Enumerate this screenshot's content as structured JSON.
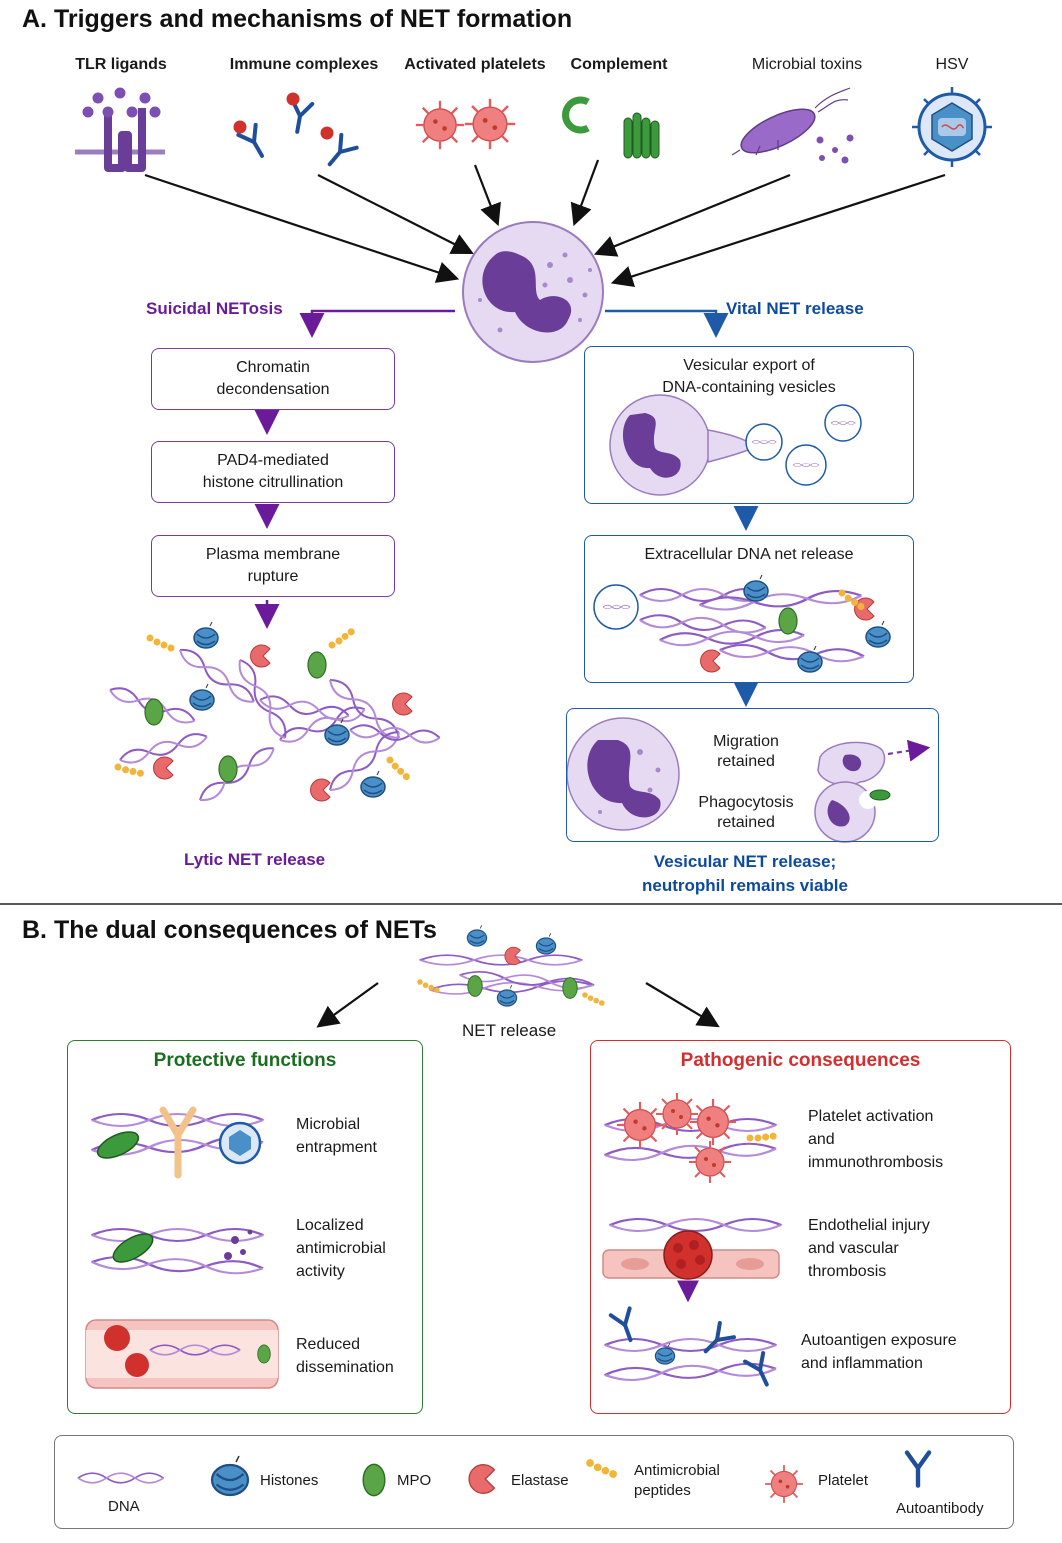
{
  "section_a": {
    "title": "A. Triggers and mechanisms of NET formation",
    "triggers": [
      {
        "label": "TLR ligands",
        "icon": "tlr-ligand-icon"
      },
      {
        "label": "Immune complexes",
        "icon": "immune-complex-icon"
      },
      {
        "label": "Activated platelets",
        "icon": "activated-platelet-icon"
      },
      {
        "label": "Complement",
        "icon": "complement-icon"
      },
      {
        "label": "Microbial toxins",
        "icon": "bacterium-icon"
      },
      {
        "label": "HSV",
        "icon": "virus-icon"
      }
    ],
    "suicidal": {
      "title": "Suicidal NETosis",
      "steps": [
        "Chromatin\ndecondensation",
        "PAD4-mediated\nhistone citrullination",
        "Plasma membrane\nrupture"
      ],
      "outcome": "Lytic NET release"
    },
    "vital": {
      "title": "Vital NET release",
      "step1": "Vesicular export of\nDNA-containing vesicles",
      "step2": "Extracellular DNA net release",
      "migration": "Migration\nretained",
      "phagocytosis": "Phagocytosis\nretained",
      "outcome": "Vesicular NET release;\nneutrophil remains viable"
    }
  },
  "section_b": {
    "title": "B. The dual consequences of NETs",
    "center_label": "NET release",
    "protective": {
      "title": "Protective functions",
      "items": [
        "Microbial\nentrapment",
        "Localized\nantimicrobial\nactivity",
        "Reduced\ndissemination"
      ]
    },
    "pathogenic": {
      "title": "Pathogenic consequences",
      "items": [
        "Platelet activation\nand\nimmunothrombosis",
        "Endothelial injury\nand vascular\nthrombosis",
        "Autoantigen exposure\nand inflammation"
      ]
    }
  },
  "legend": [
    {
      "label": "DNA",
      "icon": "dna-icon"
    },
    {
      "label": "Histones",
      "icon": "histone-icon"
    },
    {
      "label": "MPO",
      "icon": "mpo-icon"
    },
    {
      "label": "Elastase",
      "icon": "elastase-icon"
    },
    {
      "label": "Antimicrobial\npeptides",
      "icon": "peptide-icon"
    },
    {
      "label": "Platelet",
      "icon": "platelet-icon"
    },
    {
      "label": "Autoantibody",
      "icon": "autoantibody-icon"
    }
  ],
  "colors": {
    "purple": "#6a1b9a",
    "blue": "#0d4a9e",
    "green": "#1b6e20",
    "red": "#d32f2f",
    "dna": "#8e5bc4",
    "histone": "#4a90c8",
    "mpo": "#5aa545",
    "elastase": "#e86a6a",
    "peptide": "#f2b53a"
  }
}
